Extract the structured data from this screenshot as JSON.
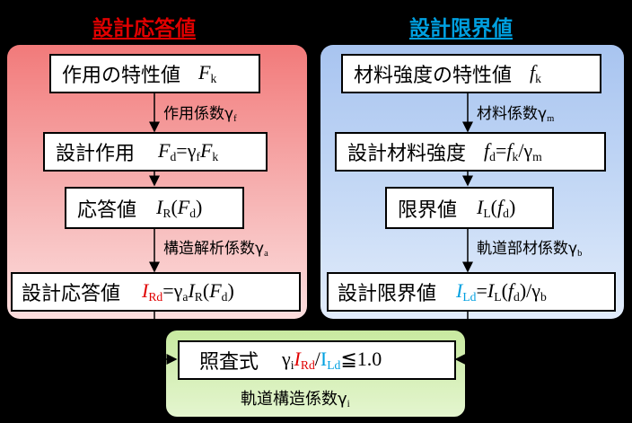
{
  "left_title": "設計応答値",
  "right_title": "設計限界値",
  "colors": {
    "left_title": "#e00000",
    "right_title": "#00a0e0",
    "left_panel": "#f4a0a0",
    "right_panel": "#b8d0f4",
    "bottom_panel": "#d8f0b0"
  },
  "left": {
    "box1": {
      "text": "作用の特性値",
      "sym": "F",
      "sub": "k"
    },
    "arrow1": {
      "text": "作用係数γ",
      "sub": "f"
    },
    "box2": {
      "text": "設計作用",
      "sym": "F",
      "sub": "d",
      "eq": "=γ",
      "eq_sub": "f",
      "sym2": "F",
      "sub2": "k"
    },
    "box3": {
      "text": "応答値",
      "sym": "I",
      "sub": "R",
      "paren_open": "(",
      "sym2": "F",
      "sub2": "d",
      "paren_close": ")"
    },
    "arrow3": {
      "text": "構造解析係数γ",
      "sub": "a"
    },
    "box4": {
      "text": "設計応答値",
      "sym": "I",
      "sub": "Rd",
      "eq": "=γ",
      "eq_sub": "a",
      "sym2": "I",
      "sub2": "R",
      "paren_open": "(",
      "sym3": "F",
      "sub3": "d",
      "paren_close": ")"
    }
  },
  "right": {
    "box1": {
      "text": "材料強度の特性値",
      "sym": "f",
      "sub": "k"
    },
    "arrow1": {
      "text": "材料係数γ",
      "sub": "m"
    },
    "box2": {
      "text": "設計材料強度",
      "sym": "f",
      "sub": "d",
      "eq": "=",
      "sym2": "f",
      "sub2": "k",
      "tail": "/γ",
      "tail_sub": "m"
    },
    "box3": {
      "text": "限界値",
      "sym": "I",
      "sub": "L",
      "paren_open": "(",
      "sym2": "f",
      "sub2": "d",
      "paren_close": ")"
    },
    "arrow3": {
      "text": "軌道部材係数γ",
      "sub": "b"
    },
    "box4": {
      "text": "設計限界値",
      "sym": "I",
      "sub": "Ld",
      "eq": "=",
      "sym2": "I",
      "sub2": "L",
      "paren_open": "(",
      "sym3": "f",
      "sub3": "d",
      "paren_close": ")",
      "tail": "/γ",
      "tail_sub": "b"
    }
  },
  "bottom": {
    "box": {
      "text": "照査式",
      "gamma": "γ",
      "gamma_sub": "i",
      "sym": "I",
      "sub": "Rd",
      "slash": "/",
      "sym2": "I",
      "sub2": "Ld",
      "rel": "≦1.0"
    },
    "caption": {
      "text": "軌道構造係数γ",
      "sub": "i"
    }
  }
}
